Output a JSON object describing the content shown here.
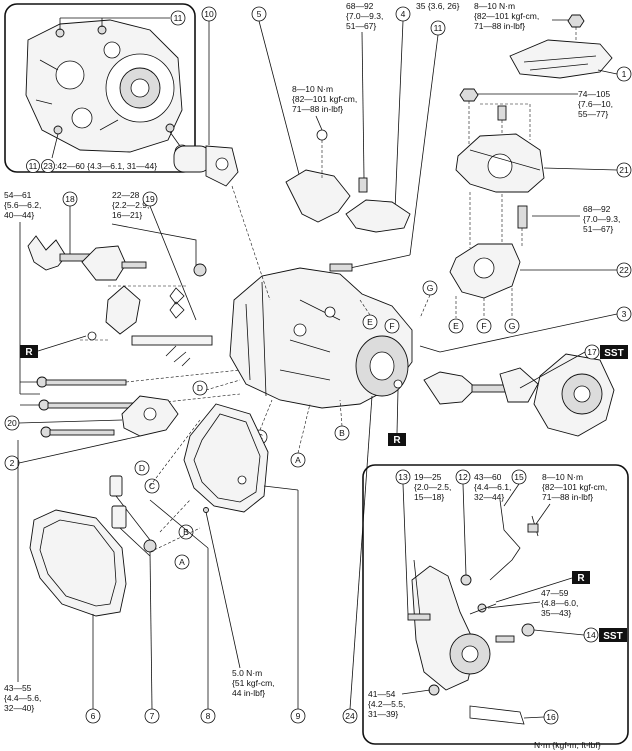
{
  "callouts": {
    "c1": "1",
    "c2": "2",
    "c3": "3",
    "c4": "4",
    "c5": "5",
    "c6": "6",
    "c7": "7",
    "c8": "8",
    "c9": "9",
    "c10": "10",
    "c11": "11",
    "c12": "12",
    "c13": "13",
    "c14": "14",
    "c15": "15",
    "c16": "16",
    "c17": "17",
    "c18": "18",
    "c19": "19",
    "c20": "20",
    "c21": "21",
    "c22": "22",
    "c23": "23",
    "c24": "24"
  },
  "letters": {
    "a": "A",
    "b": "B",
    "c": "C",
    "d": "D",
    "e": "E",
    "f": "F",
    "g": "G"
  },
  "tags": {
    "r": "R",
    "sst": "SST"
  },
  "torque": {
    "inset_legend": ":42—60 {4.3—6.1, 31—44}",
    "t1": [
      "8—10 N·m",
      "{82—101 kgf-cm,",
      "71—88 in-lbf}"
    ],
    "t2": [
      "68—92",
      "{7.0—9.3,",
      "51—67}"
    ],
    "t3": [
      "35 {3.6, 26}"
    ],
    "t4": [
      "8—10 N·m",
      "{82—101 kgf-cm,",
      "71—88 in-lbf}"
    ],
    "t5": [
      "74—105",
      "{7.6—10,",
      "55—77}"
    ],
    "t6": [
      "68—92",
      "{7.0—9.3,",
      "51—67}"
    ],
    "t7": [
      "54—61",
      "{5.6—6.2,",
      "40—44}"
    ],
    "t8": [
      "22—28",
      "{2.2—2.9,",
      "16—21}"
    ],
    "t9": [
      "19—25",
      "{2.0—2.5,",
      "15—18}"
    ],
    "t10": [
      "43—60",
      "{4.4—6.1,",
      "32—44}"
    ],
    "t11": [
      "8—10 N·m",
      "{82—101 kgf-cm,",
      "71—88 in-lbf}"
    ],
    "t12": [
      "47—59",
      "{4.8—6.0,",
      "35—43}"
    ],
    "t13": [
      "41—54",
      "{4.2—5.5,",
      "31—39}"
    ],
    "t14": [
      "43—55",
      "{4.4—5.6,",
      "32—40}"
    ],
    "t15": [
      "5.0 N·m",
      "{51 kgf-cm,",
      "44 in-lbf}"
    ]
  },
  "units_note": "N·m {kgf-m, ft-lbf}"
}
